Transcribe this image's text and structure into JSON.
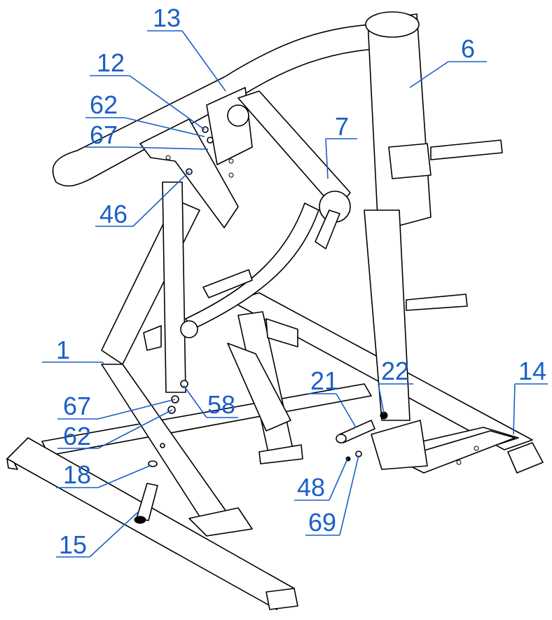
{
  "accent_color": "#1a5fc8",
  "callouts": [
    {
      "id": "c1",
      "label": "1"
    },
    {
      "id": "c6",
      "label": "6"
    },
    {
      "id": "c7",
      "label": "7"
    },
    {
      "id": "c12",
      "label": "12"
    },
    {
      "id": "c13",
      "label": "13"
    },
    {
      "id": "c14",
      "label": "14"
    },
    {
      "id": "c15",
      "label": "15"
    },
    {
      "id": "c18",
      "label": "18"
    },
    {
      "id": "c21",
      "label": "21"
    },
    {
      "id": "c22",
      "label": "22"
    },
    {
      "id": "c46",
      "label": "46"
    },
    {
      "id": "c48",
      "label": "48"
    },
    {
      "id": "c58",
      "label": "58"
    },
    {
      "id": "c62a",
      "label": "62"
    },
    {
      "id": "c62b",
      "label": "62"
    },
    {
      "id": "c67a",
      "label": "67"
    },
    {
      "id": "c67b",
      "label": "67"
    },
    {
      "id": "c69",
      "label": "69"
    }
  ]
}
